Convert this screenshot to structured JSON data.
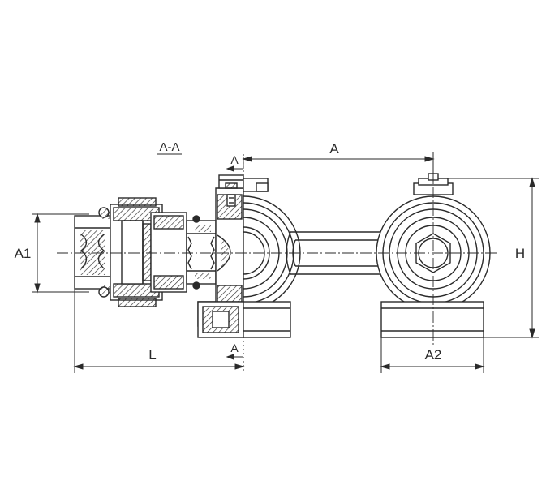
{
  "drawing": {
    "section_label": "A-A",
    "dims": {
      "a": "A",
      "a1": "A1",
      "a2": "A2",
      "h": "H",
      "l": "L",
      "cut_top": "A",
      "cut_bottom": "A"
    },
    "colors": {
      "line": "#2a2a2a",
      "hatch": "#2a2a2a",
      "background": "#ffffff"
    }
  }
}
